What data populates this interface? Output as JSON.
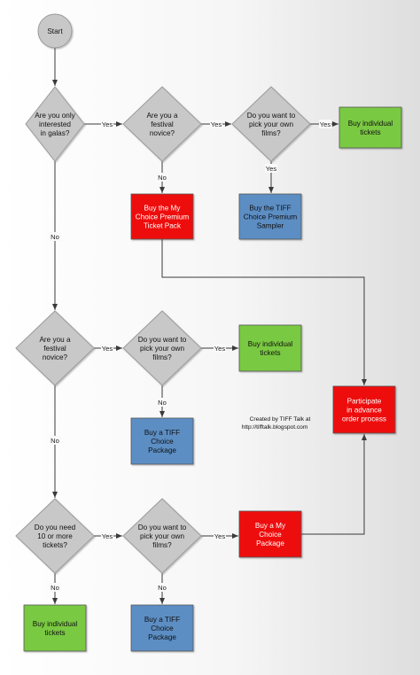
{
  "colors": {
    "decision_fill": "#c8c8c8",
    "decision_stroke": "#9a9a9a",
    "green": "#7ac943",
    "red": "#ee1111",
    "blue": "#5b8ec4",
    "line": "#3a3a3a",
    "start_fill": "#c8c8c8"
  },
  "nodes": {
    "start": "Start",
    "q_galas": "Are you only interested in galas?",
    "q_novice_1": "Are you a festival novice?",
    "q_pick_1": "Do you want to pick your own films?",
    "buy_individual_1": "Buy individual tickets",
    "buy_premium_pack": "Buy the My Choice Premium Ticket Pack",
    "buy_sampler": "Buy the TIFF Choice Premium Sampler",
    "q_novice_2": "Are you a festival novice?",
    "q_pick_2": "Do you want to pick your own films?",
    "buy_individual_2": "Buy individual tickets",
    "buy_choice_package_1": "Buy a TIFF Choice Package",
    "participate": "Participate in advance order process",
    "q_ten": "Do you need 10 or more tickets?",
    "q_pick_3": "Do you want to pick your own films?",
    "buy_mychoice_package": "Buy a My Choice Package",
    "buy_individual_3": "Buy individual tickets",
    "buy_choice_package_2": "Buy a TIFF Choice Package"
  },
  "edge_labels": {
    "yes": "Yes",
    "no": "No"
  },
  "credit": {
    "line1": "Created by TIFF Talk at",
    "line2": "http://tifftalk.blogspot.com"
  }
}
